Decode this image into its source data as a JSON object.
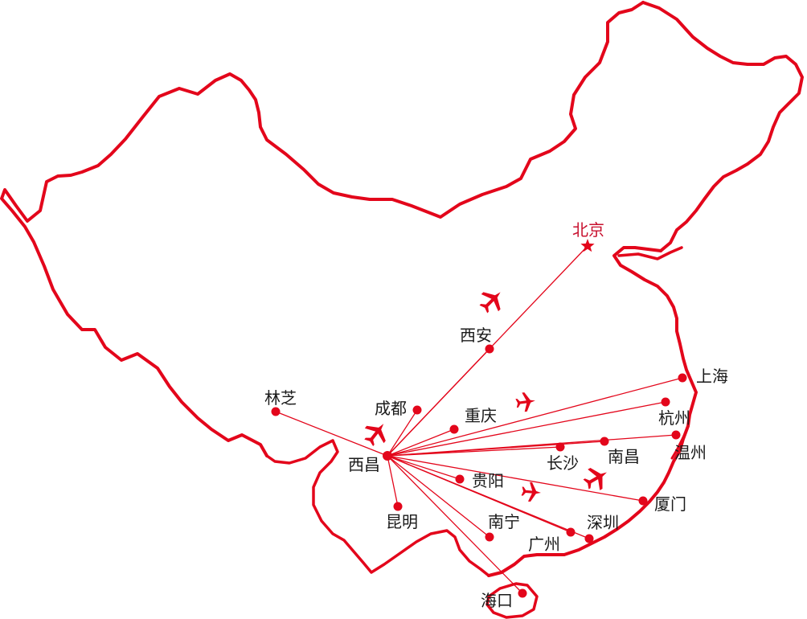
{
  "colors": {
    "accent": "#e3061b",
    "label": "#1a1a1a",
    "capital": "#c8102e"
  },
  "hub": {
    "id": "xichang",
    "name": "西昌"
  },
  "capital": {
    "id": "beijing",
    "name": "北京",
    "icon": "star-icon"
  },
  "cities": [
    {
      "id": "xian",
      "name": "西安"
    },
    {
      "id": "chengdu",
      "name": "成都"
    },
    {
      "id": "linzhi",
      "name": "林芝"
    },
    {
      "id": "chongqing",
      "name": "重庆"
    },
    {
      "id": "kunming",
      "name": "昆明"
    },
    {
      "id": "guiyang",
      "name": "贵阳"
    },
    {
      "id": "nanning",
      "name": "南宁"
    },
    {
      "id": "guangzhou",
      "name": "广州"
    },
    {
      "id": "shenzhen",
      "name": "深圳"
    },
    {
      "id": "xiamen",
      "name": "厦门"
    },
    {
      "id": "changsha",
      "name": "长沙"
    },
    {
      "id": "nanchang",
      "name": "南昌"
    },
    {
      "id": "wenzhou",
      "name": "温州"
    },
    {
      "id": "hangzhou",
      "name": "杭州"
    },
    {
      "id": "shanghai",
      "name": "上海"
    },
    {
      "id": "haikou",
      "name": "海口"
    }
  ],
  "routes_from_hub": [
    "beijing",
    "xian",
    "chengdu",
    "linzhi",
    "chongqing",
    "kunming",
    "guiyang",
    "nanning",
    "guangzhou",
    "shenzhen",
    "xiamen",
    "changsha",
    "nanchang",
    "wenzhou",
    "hangzhou",
    "shanghai",
    "haikou"
  ],
  "plane_icon": "airplane-icon"
}
